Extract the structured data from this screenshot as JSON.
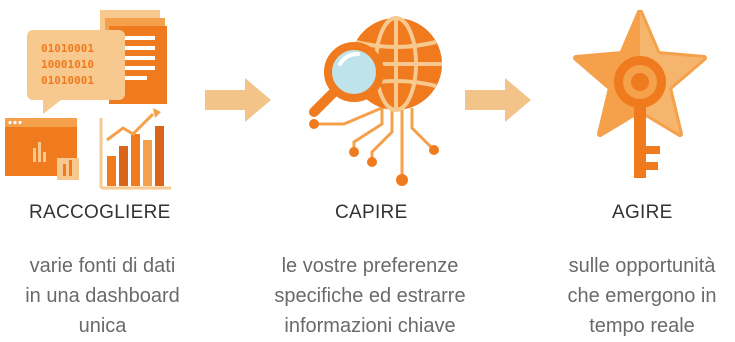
{
  "steps": [
    {
      "title": "RACCOGLIERE",
      "desc": [
        "varie fonti di dati",
        "in una dashboard",
        "unica"
      ],
      "icon": "data-collection-icon"
    },
    {
      "title": "CAPIRE",
      "desc": [
        "le vostre preferenze",
        "specifiche ed estrarre",
        "informazioni chiave"
      ],
      "icon": "magnifier-globe-network-icon"
    },
    {
      "title": "AGIRE",
      "desc": [
        "sulle opportunità",
        "che emergono in",
        "tempo reale"
      ],
      "icon": "star-key-icon"
    }
  ],
  "icon_glyphs": {
    "binary": "01010001\n10001010\n01010001"
  },
  "colors": {
    "orange": "#f07a1e",
    "light_orange": "#f5a04a",
    "pale_orange": "#f7c98e",
    "arrow": "#f2c48a",
    "text_title": "#333333",
    "text_desc": "#6a6a6a"
  }
}
